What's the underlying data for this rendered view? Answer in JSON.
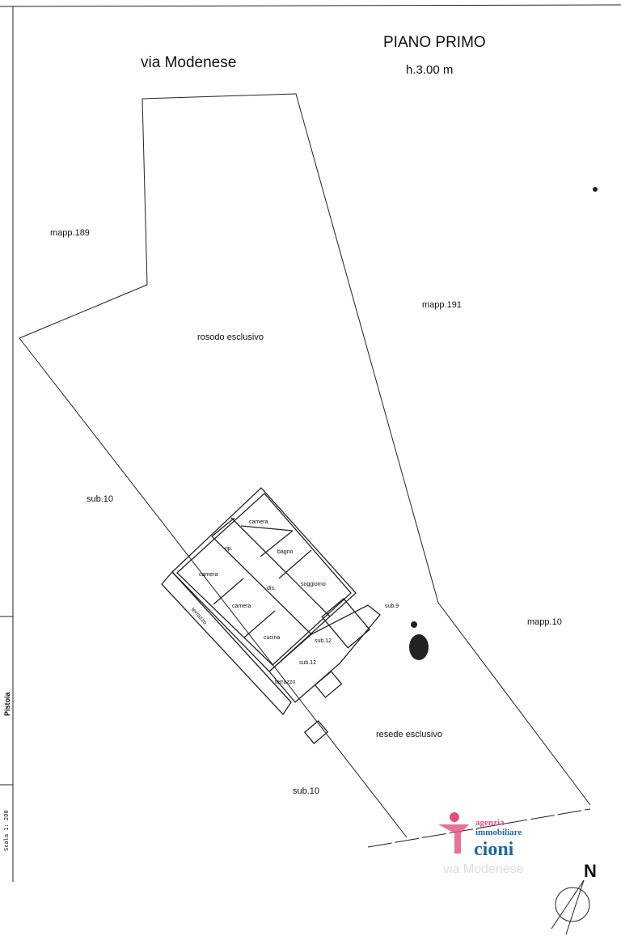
{
  "header": {
    "title": "PIANO PRIMO",
    "height": "h.3.00 m",
    "street": "via Modenese"
  },
  "side_strip": {
    "city": "Pistoia",
    "scale": "Scala 1: 200"
  },
  "labels": {
    "mapp189": "mapp.189",
    "mapp191": "mapp.191",
    "resede_top": "rosodo esclusivo",
    "sub10_left": "sub.10",
    "sub9": "sub.9",
    "mapp10": "mapp.10",
    "resede_bottom": "resede esclusivo",
    "sub10_bottom": "sub.10",
    "street_bottom": "via Modenese"
  },
  "rooms": {
    "camera1": "camera",
    "rip": "rip.",
    "bagno": "bagno",
    "camera2": "camera",
    "dis": "dis.",
    "soggiorno": "soggiorno",
    "camera3": "camera",
    "cucina": "cucina",
    "sub12a": "sub.12",
    "sub12b": "sub.12",
    "terrazzo1": "terrazzo",
    "terrazzo2": "terrazzo"
  },
  "logo": {
    "line1": "agenzia",
    "line2": "immobiliare",
    "line3": "cioni",
    "colors": {
      "pink": "#e0507a",
      "blue": "#1b6aa0"
    }
  },
  "compass": {
    "label": "N"
  }
}
